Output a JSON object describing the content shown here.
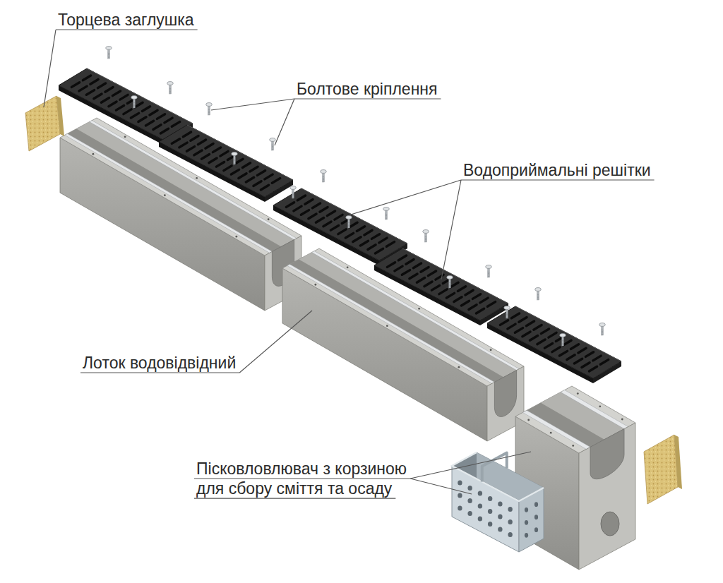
{
  "diagram": {
    "labels": [
      "Торцева заглушка",
      "Болтове кріплення",
      "Водоприймальні решітки",
      "Лоток водовідвідний",
      "Пісковловлювач з корзиною для сбору сміття та осаду"
    ]
  }
}
